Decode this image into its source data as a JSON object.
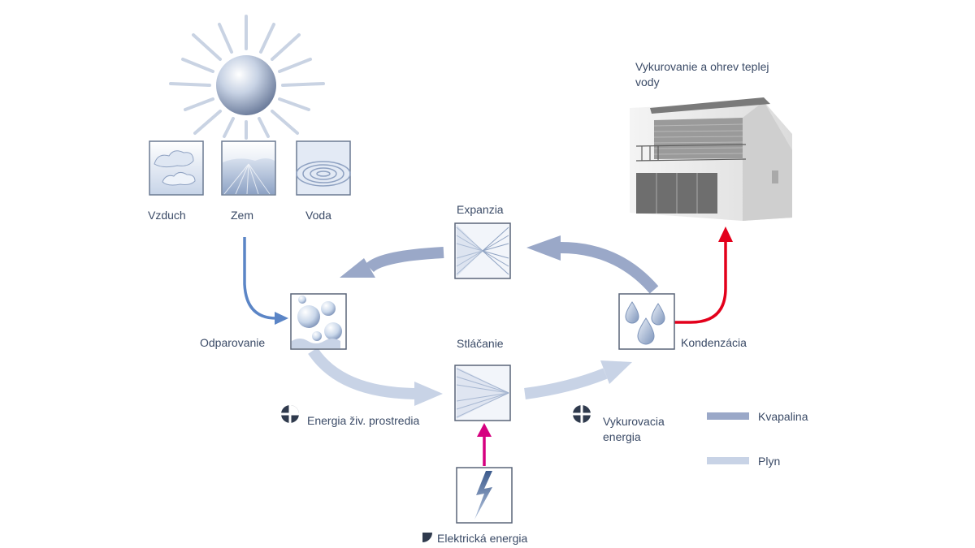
{
  "sources": [
    {
      "label": "Vzduch",
      "icon": "cloud-icon"
    },
    {
      "label": "Zem",
      "icon": "field-icon"
    },
    {
      "label": "Voda",
      "icon": "water-ripple-icon"
    }
  ],
  "house": {
    "label": "Vykurovanie a ohrev teplej vody"
  },
  "stages": {
    "expansion": "Expanzia",
    "evaporation": "Odparovanie",
    "compression": "Stláčanie",
    "condensation": "Kondenzácia"
  },
  "energies": {
    "environment": "Energia živ. prostredia",
    "heating": "Vykurovacia energia",
    "electric": "Elektrická energia"
  },
  "legend": [
    {
      "label": "Kvapalina",
      "color": "#9aa8c8"
    },
    {
      "label": "Plyn",
      "color": "#c8d3e6"
    }
  ],
  "colors": {
    "liquid_arrow": "#9aa8c8",
    "gas_arrow": "#c8d3e6",
    "source_arrow": "#5b85c6",
    "heat_arrow": "#e3001b",
    "electric_arrow": "#d6007f"
  }
}
